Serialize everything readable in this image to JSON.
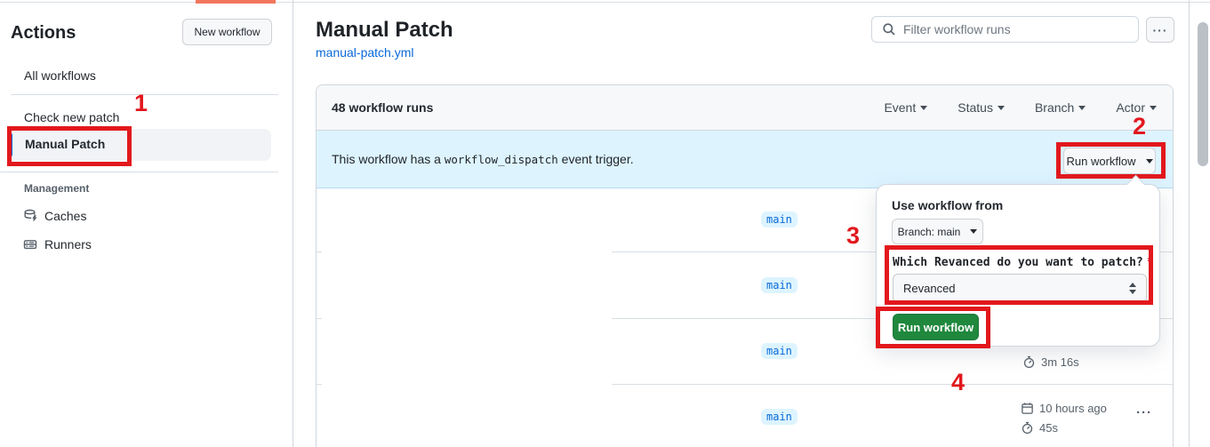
{
  "colors": {
    "accent_blue": "#0969da",
    "banner_blue_bg": "#ddf4ff",
    "success_green": "#1f883d",
    "annotation_red": "#e2181d",
    "border_gray": "#d0d7de"
  },
  "annotations": {
    "step_1": "1",
    "step_2": "2",
    "step_3": "3",
    "step_4": "4"
  },
  "sidebar": {
    "title": "Actions",
    "new_workflow_label": "New workflow",
    "items": [
      {
        "label": "All workflows"
      },
      {
        "label": "Check new patch"
      },
      {
        "label": "Manual Patch",
        "selected": true
      }
    ],
    "management_label": "Management",
    "management_items": [
      {
        "label": "Caches",
        "icon": "cache-database-icon"
      },
      {
        "label": "Runners",
        "icon": "server-rack-icon"
      }
    ]
  },
  "header": {
    "title": "Manual Patch",
    "file_link": "manual-patch.yml",
    "filter_placeholder": "Filter workflow runs",
    "more_label": "···"
  },
  "runs_table": {
    "count_label": "48 workflow runs",
    "filters": [
      "Event",
      "Status",
      "Branch",
      "Actor"
    ],
    "banner": {
      "text_before": "This workflow has a",
      "code": "workflow_dispatch",
      "text_after": "event trigger.",
      "run_workflow_label": "Run workflow"
    },
    "rows": [
      {
        "branch": "main"
      },
      {
        "branch": "main"
      },
      {
        "branch": "main",
        "duration": "3m 16s"
      },
      {
        "branch": "main",
        "date": "10 hours ago",
        "duration": "45s",
        "menu": "···"
      }
    ]
  },
  "popover": {
    "title": "Use workflow from",
    "branch_selector_label": "Branch: main",
    "input_label": "Which Revanced do you want to patch?",
    "required_marker": "*",
    "select_value": "Revanced",
    "submit_label": "Run workflow"
  }
}
